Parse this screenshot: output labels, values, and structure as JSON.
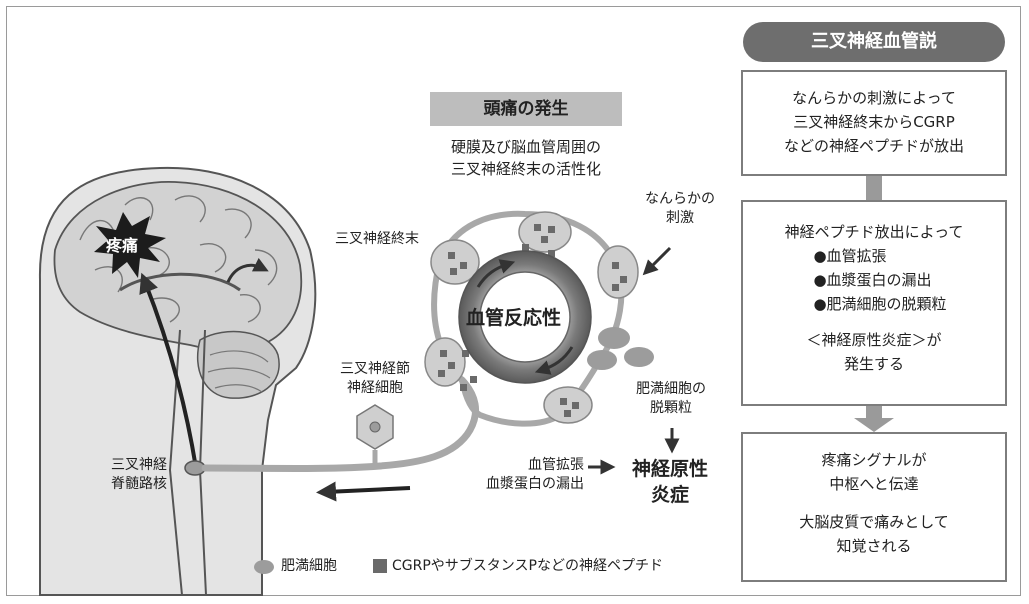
{
  "headers": {
    "theory_title": "三叉神経血管説",
    "onset_title": "頭痛の発生",
    "onset_desc_line1": "硬膜及び脳血管周囲の",
    "onset_desc_line2": "三叉神経終末の活性化"
  },
  "theory_boxes": {
    "box1": {
      "line1": "なんらかの刺激によって",
      "line2": "三叉神経終末からCGRP",
      "line3": "などの神経ペプチドが放出"
    },
    "box2": {
      "line1": "神経ペプチド放出によって",
      "bullet1": "●血管拡張",
      "bullet2": "●血漿蛋白の漏出",
      "bullet3": "●肥満細胞の脱顆粒",
      "result_line1": "＜神経原性炎症＞が",
      "result_line2": "発生する"
    },
    "box3": {
      "line1": "疼痛シグナルが",
      "line2": "中枢へと伝達",
      "line3": "大脳皮質で痛みとして",
      "line4": "知覚される"
    }
  },
  "labels": {
    "pain_burst": "疼痛",
    "nerve_ending": "三叉神経終末",
    "stimulus_line1": "なんらかの",
    "stimulus_line2": "刺激",
    "vascular_reactivity": "血管反応性",
    "ganglion_line1": "三叉神経節",
    "ganglion_line2": "神経細胞",
    "nucleus_line1": "三叉神経",
    "nucleus_line2": "脊髄路核",
    "mast_line1": "肥満細胞の",
    "mast_line2": "脱顆粒",
    "dilation_line1": "血管拡張",
    "dilation_line2": "血漿蛋白の漏出",
    "inflammation_line1": "神経原性",
    "inflammation_line2": "炎症"
  },
  "legend": {
    "mast_cell": "肥満細胞",
    "neuropeptide": "CGRPやサブスタンスPなどの神経ペプチド"
  },
  "colors": {
    "pill_bg": "#6e6e6e",
    "header_bg": "#bdbdbd",
    "box_border": "#7d7d7d",
    "connector": "#9a9a9a",
    "mast_cell": "#9c9c9c",
    "neuropeptide": "#6a6a6a",
    "brain_fill": "#d2d2d2"
  }
}
